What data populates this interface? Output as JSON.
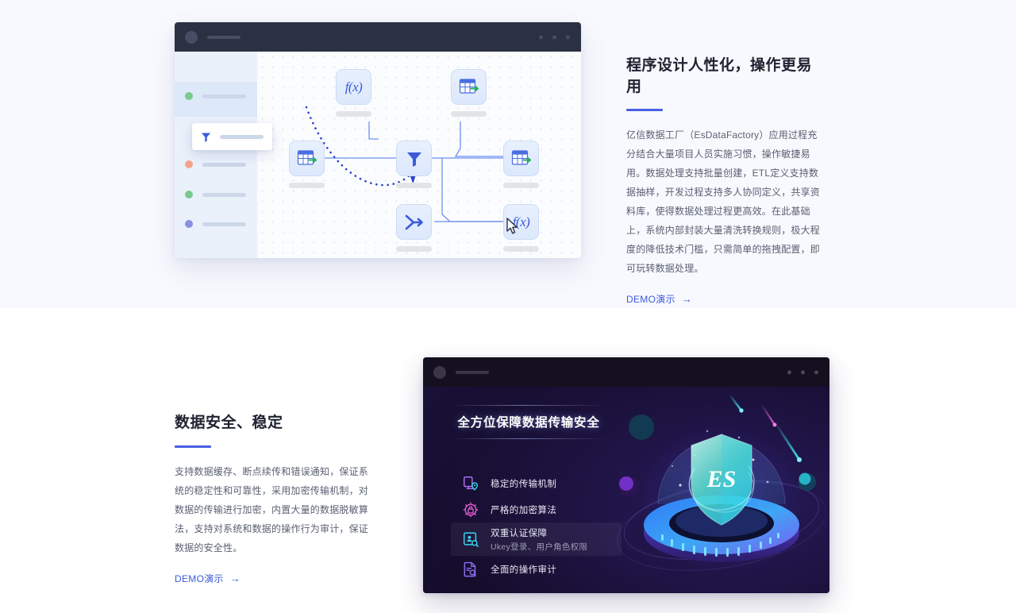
{
  "theme": {
    "band_top_bg": "#f8f9fe",
    "band_bottom_bg": "#ffffff",
    "accent": "#4a5fe4",
    "link": "#3b5bdb",
    "titlebar_dark": "#2b3043",
    "dark_panel_bg": "#150d2c"
  },
  "section_one": {
    "title": "程序设计人性化，操作更易用",
    "body": "亿信数据工厂（EsDataFactory）应用过程充分结合大量项目人员实施习惯，操作敏捷易用。数据处理支持批量创建，ETL定义支持数据抽样，开发过程支持多人协同定义，共享资料库，使得数据处理过程更高效。在此基础上，系统内部封装大量清洗转换规则，极大程度的降低技术门槛，只需简单的拖拽配置，即可玩转数据处理。",
    "demo_label": "DEMO演示",
    "demo_arrow": "→",
    "card": {
      "titlebar": {
        "avatar": "avatar-circle",
        "urlbar": "url-placeholder-bar",
        "dots": [
          "dot",
          "dot",
          "dot"
        ]
      },
      "sidebar_items": [
        {
          "dot_color": "#7ac98e",
          "label_bar": "bar"
        },
        {
          "dot_color": "#f5a48a",
          "label_bar": "bar"
        },
        {
          "dot_color": "#7ac98e",
          "label_bar": "bar"
        },
        {
          "dot_color": "#8b8fe0",
          "label_bar": "bar"
        }
      ],
      "drag_item": {
        "icon": "filter-icon",
        "label_bar": "bar"
      },
      "nodes": [
        {
          "id": "fx-top",
          "glyph": "f(x)",
          "type": "function"
        },
        {
          "id": "table-top",
          "glyph": "table-icon",
          "type": "table-output"
        },
        {
          "id": "table-left",
          "glyph": "table-icon",
          "type": "table-output"
        },
        {
          "id": "filter",
          "glyph": "filter-icon",
          "type": "filter"
        },
        {
          "id": "table-right",
          "glyph": "table-icon",
          "type": "table-output"
        },
        {
          "id": "merge",
          "glyph": "merge-icon",
          "type": "merge"
        },
        {
          "id": "fx-bottom",
          "glyph": "f(x)",
          "type": "function"
        }
      ],
      "cursor": "mouse-pointer"
    }
  },
  "section_two": {
    "title": "数据安全、稳定",
    "body": "支持数据缓存、断点续传和错误通知，保证系统的稳定性和可靠性，采用加密传输机制，对数据的传输进行加密，内置大量的数据脱敏算法，支持对系统和数据的操作行为审计，保证数据的安全性。",
    "demo_label": "DEMO演示",
    "demo_arrow": "→",
    "card": {
      "titlebar": {
        "avatar": "avatar-circle",
        "urlbar": "url-placeholder-bar",
        "dots": [
          "dot",
          "dot",
          "dot"
        ]
      },
      "panel_title": "全方位保障数据传输安全",
      "features": [
        {
          "icon": "device-location-icon",
          "title": "稳定的传输机制",
          "subtitle": "",
          "active": false
        },
        {
          "icon": "lock-circle-icon",
          "title": "严格的加密算法",
          "subtitle": "",
          "active": false
        },
        {
          "icon": "id-card-search-icon",
          "title": "双重认证保障",
          "subtitle": "Ukey登录、用户角色权限",
          "active": true
        },
        {
          "icon": "document-search-icon",
          "title": "全面的操作审计",
          "subtitle": "",
          "active": false
        }
      ],
      "illustration": {
        "shield_text": "ES",
        "alt": "shield-platform-illustration"
      }
    }
  }
}
